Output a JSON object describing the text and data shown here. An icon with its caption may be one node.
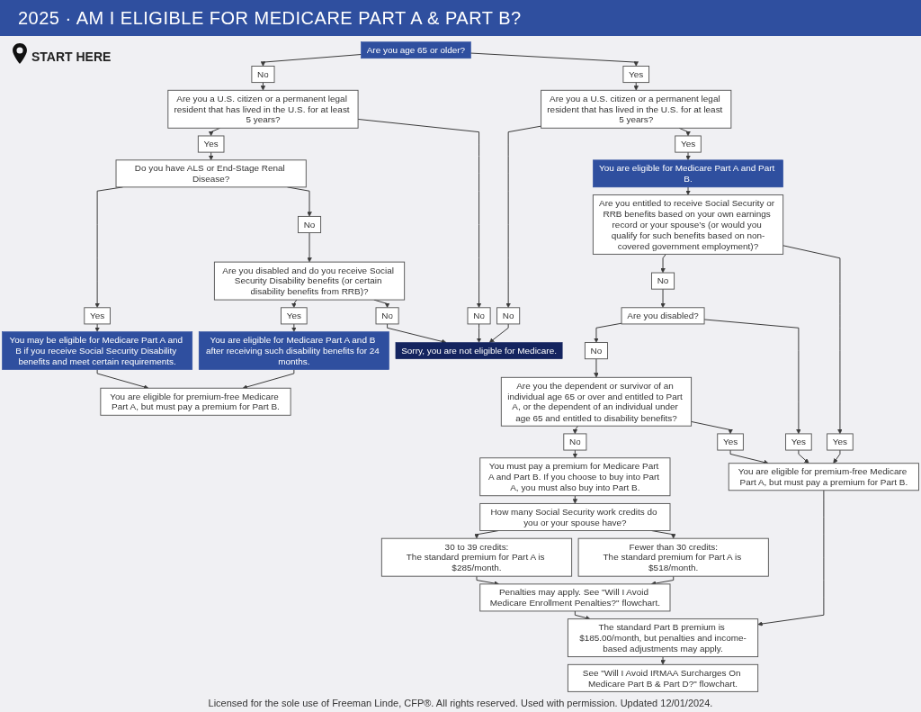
{
  "diagram": {
    "title": "2025 · AM I ELIGIBLE FOR MEDICARE PART A & PART B?",
    "nodes": [
      {
        "text": [
          "Are you age 65 or older?"
        ]
      },
      {
        "text": [
          "No"
        ]
      },
      {
        "text": [
          "Yes"
        ]
      },
      {
        "text": [
          "Are you a U.S. citizen or a permanent legal resident that has lived in the U.S. for at least 5 years?"
        ]
      },
      {
        "text": [
          "Yes"
        ]
      },
      {
        "text": [
          "No"
        ]
      },
      {
        "text": [
          "Do you have ALS or End-Stage Renal Disease?"
        ]
      },
      {
        "text": [
          "Yes"
        ]
      },
      {
        "text": [
          "No"
        ]
      },
      {
        "text": [
          "You may be eligible for Medicare Part A and B if you receive Social Security Disability benefits and meet certain requirements."
        ]
      },
      {
        "text": [
          "You are eligible for premium-free Medicare Part A, but must pay a premium for Part B."
        ]
      },
      {
        "text": [
          "Are you a U.S. citizen or a permanent legal resident that has lived in the U.S. for at least 5 years?"
        ]
      },
      {
        "text": [
          "No"
        ]
      },
      {
        "text": [
          "Yes"
        ]
      },
      {
        "text": [
          "Sorry, you are not eligible for Medicare."
        ]
      },
      {
        "text": [
          "No"
        ]
      },
      {
        "text": [
          "Are you disabled and do you receive Social Security Disability benefits (or certain disability benefits from RRB)?"
        ]
      },
      {
        "text": [
          "Yes"
        ]
      },
      {
        "text": [
          "You are eligible for Medicare Part A and B after receiving such disability benefits for 24 months."
        ]
      },
      {
        "text": [
          "You are eligible for Medicare Part A and Part B."
        ]
      },
      {
        "text": [
          "Are you entitled to receive Social Security or RRB benefits based on your own earnings record or your spouse’s (or would you qualify for such benefits based on non-covered government employment)?"
        ]
      },
      {
        "text": [
          "No"
        ]
      },
      {
        "text": [
          "Yes"
        ]
      },
      {
        "text": [
          "Are you disabled?"
        ]
      },
      {
        "text": [
          "No"
        ]
      },
      {
        "text": [
          "Yes"
        ]
      },
      {
        "text": [
          "Are you the dependent or survivor of an individual age 65 or over and entitled to Part A, or the dependent of an individual under age 65 and entitled to disability benefits?"
        ]
      },
      {
        "text": [
          "No"
        ]
      },
      {
        "text": [
          "Yes"
        ]
      },
      {
        "text": [
          "You are eligible for premium-free Medicare Part A, but must pay a premium for Part B."
        ]
      },
      {
        "text": [
          "The standard Part B premium is $185.00/month, but penalties and income-based adjustments may apply."
        ]
      },
      {
        "text": [
          "Penalties may apply. See \"Will I Avoid Medicare Enrollment Penalties?\" flowchart."
        ]
      },
      {
        "text": [
          "You must pay a premium for Medicare Part A and Part B. If you choose to buy into Part A, you must also buy into Part B."
        ]
      },
      {
        "text": [
          "See \"Will I Avoid IRMAA Surcharges On Medicare Part B & Part D?\" flowchart."
        ]
      },
      {
        "text": [
          "30 to 39 credits:",
          "The standard premium for Part A is $285/month."
        ]
      },
      {
        "text": [
          "Fewer than 30 credits:",
          "The standard premium for Part A is $518/month."
        ]
      },
      {
        "text": [
          "How many Social Security work credits do you or your spouse have?"
        ]
      }
    ],
    "edges": [
      {
        "from": 0,
        "to": 1,
        "arrow": "to"
      },
      {
        "from": 0,
        "to": 2,
        "arrow": "to"
      },
      {
        "from": 1,
        "to": 3,
        "arrow": "to"
      },
      {
        "from": 2,
        "to": 11,
        "arrow": "to"
      },
      {
        "from": 3,
        "to": 4,
        "arrow": "to"
      },
      {
        "from": 3,
        "to": 5,
        "arrow": "to"
      },
      {
        "from": 4,
        "to": 6,
        "arrow": "to"
      },
      {
        "from": 5,
        "to": 14,
        "arrow": "to"
      },
      {
        "from": 6,
        "to": 7,
        "arrow": "to"
      },
      {
        "from": 6,
        "to": 8,
        "arrow": "to"
      },
      {
        "from": 7,
        "to": 9,
        "arrow": "to"
      },
      {
        "from": 8,
        "to": 16,
        "arrow": "to"
      },
      {
        "from": 9,
        "to": 10,
        "arrow": "to"
      },
      {
        "from": 11,
        "to": 12,
        "arrow": "to"
      },
      {
        "from": 11,
        "to": 13,
        "arrow": "to"
      },
      {
        "from": 12,
        "to": 14,
        "arrow": "to"
      },
      {
        "from": 13,
        "to": 19,
        "arrow": "to"
      },
      {
        "from": 16,
        "to": 17,
        "arrow": "to"
      },
      {
        "from": 17,
        "to": 18,
        "arrow": "to"
      },
      {
        "from": 16,
        "to": 15,
        "arrow": "to"
      },
      {
        "from": 15,
        "to": 14,
        "arrow": "to"
      },
      {
        "from": 18,
        "to": 10,
        "arrow": "to"
      },
      {
        "from": 19,
        "to": 20,
        "arrow": "to"
      },
      {
        "from": 20,
        "to": 21,
        "arrow": "to"
      },
      {
        "from": 20,
        "to": 22,
        "arrow": "to"
      },
      {
        "from": 21,
        "to": 23,
        "arrow": "to"
      },
      {
        "from": 22,
        "to": 29,
        "arrow": "to"
      },
      {
        "from": 23,
        "to": 24,
        "arrow": "to"
      },
      {
        "from": 23,
        "to": 25,
        "arrow": "to"
      },
      {
        "from": 24,
        "to": 26,
        "arrow": "to"
      },
      {
        "from": 25,
        "to": 29,
        "arrow": "to"
      },
      {
        "from": 26,
        "to": 27,
        "arrow": "to"
      },
      {
        "from": 26,
        "to": 28,
        "arrow": "to"
      },
      {
        "from": 27,
        "to": 32,
        "arrow": "to"
      },
      {
        "from": 28,
        "to": 29,
        "arrow": "to"
      },
      {
        "from": 29,
        "to": 30,
        "arrow": "to"
      },
      {
        "from": 30,
        "to": 33,
        "arrow": "to"
      },
      {
        "from": 31,
        "to": 30,
        "arrow": "to"
      },
      {
        "from": 34,
        "to": 31,
        "arrow": "to"
      },
      {
        "from": 35,
        "to": 31,
        "arrow": "to"
      },
      {
        "from": 32,
        "to": 36,
        "arrow": "to"
      },
      {
        "from": 36,
        "to": 34,
        "arrow": "to"
      },
      {
        "from": 36,
        "to": 35,
        "arrow": "to"
      }
    ],
    "labels": [
      "START HERE",
      "Licensed for the sole use of Freeman Linde, CFP®. All rights reserved. Used with permission. Updated 12/01/2024."
    ]
  }
}
